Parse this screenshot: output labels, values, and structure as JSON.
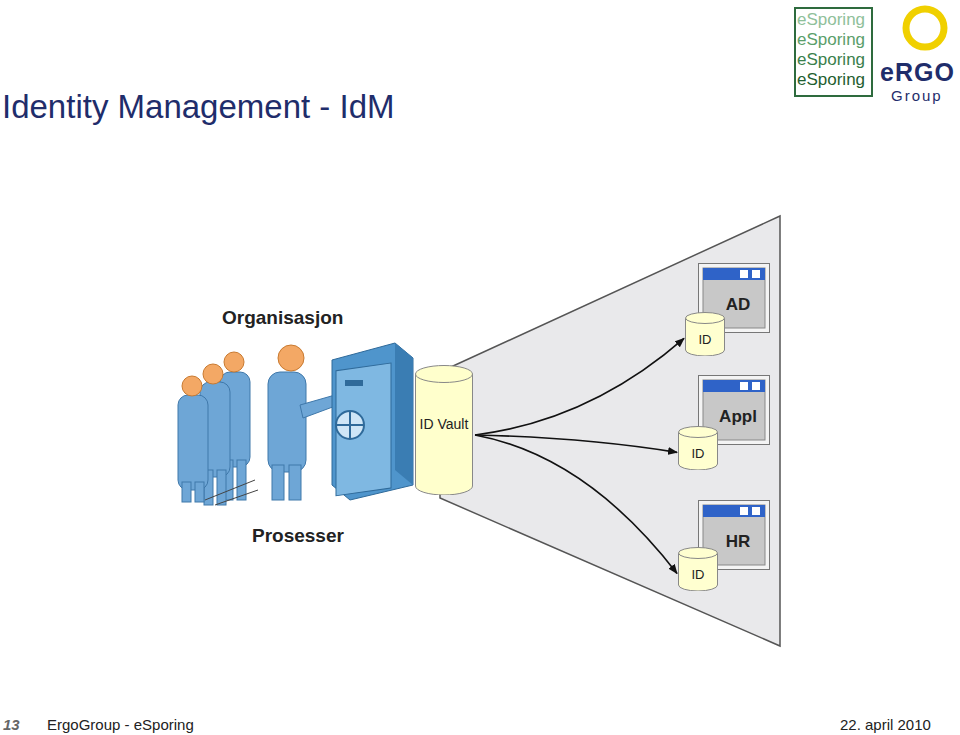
{
  "diagram": {
    "title": "Identity Management - IdM",
    "nodes": [
      {
        "text": [
          "ID Vault"
        ]
      },
      {
        "text": [
          "AD"
        ]
      },
      {
        "text": [
          "ID"
        ]
      },
      {
        "text": [
          "Appl"
        ]
      },
      {
        "text": [
          "ID"
        ]
      },
      {
        "text": [
          "HR"
        ]
      },
      {
        "text": [
          "ID"
        ]
      }
    ],
    "edges": [
      {
        "from": 0,
        "to": 2,
        "arrow": "to"
      },
      {
        "from": 0,
        "to": 4,
        "arrow": "to"
      },
      {
        "from": 0,
        "to": 6,
        "arrow": "to"
      }
    ],
    "labels": [
      "Organisasjon",
      "Prosesser",
      "eSporing",
      "eSporing",
      "eSporing",
      "eSporing",
      "eRGO",
      "Group",
      "13",
      "ErgoGroup - eSporing",
      "22. april 2010"
    ]
  }
}
